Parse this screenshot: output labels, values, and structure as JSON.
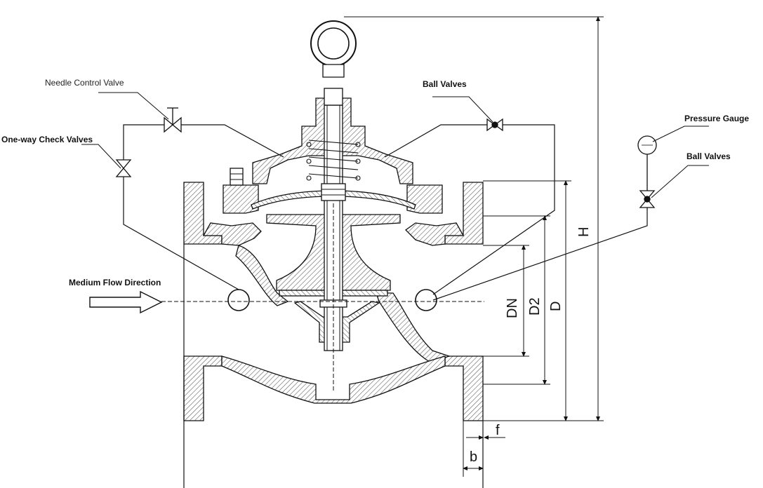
{
  "labels": {
    "needle_control_valve": "Needle Control Valve",
    "ball_valves_top": "Ball Valves",
    "one_way_check_valves": "One-way Check Valves",
    "pressure_gauge": "Pressure Gauge",
    "ball_valves_right": "Ball Valves",
    "medium_flow_direction": "Medium Flow Direction"
  },
  "dimensions": {
    "h": "H",
    "dn": "DN",
    "d2": "D2",
    "d": "D",
    "f": "f",
    "b": "b"
  },
  "colors": {
    "line": "#111111",
    "hatch": "#555555",
    "background": "#ffffff"
  }
}
